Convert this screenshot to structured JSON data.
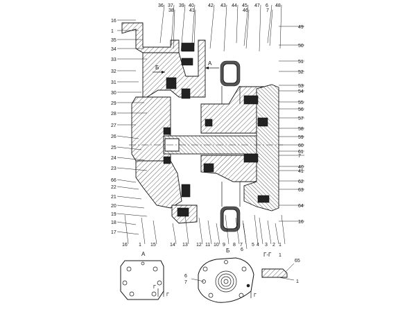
{
  "drawing": {
    "left_numbers": [
      "16",
      "1",
      "35",
      "34",
      "33",
      "32",
      "31",
      "30",
      "29",
      "28",
      "27",
      "26",
      "25",
      "24",
      "23",
      "66",
      "22",
      "21",
      "20",
      "19",
      "18",
      "17"
    ],
    "top_numbers": [
      "36",
      "37",
      "38",
      "39",
      "40",
      "41",
      "42",
      "43",
      "44",
      "45",
      "46",
      "47",
      "6",
      "7",
      "48"
    ],
    "right_numbers": [
      "49",
      "50",
      "51",
      "52",
      "53",
      "54",
      "55",
      "56",
      "57",
      "58",
      "59",
      "60",
      "61",
      "7",
      "40",
      "41",
      "62",
      "63",
      "64",
      "16"
    ],
    "bottom_numbers": [
      "16",
      "1",
      "15",
      "14",
      "13",
      "12",
      "11",
      "10",
      "9",
      "8",
      "7",
      "6",
      "5",
      "4",
      "3",
      "2",
      "1"
    ],
    "view_arrows": {
      "a": "А",
      "b": "Б"
    },
    "views": {
      "a": {
        "title": "А",
        "section_marks": [
          "Г",
          "Г"
        ]
      },
      "b": {
        "title": "Б",
        "callouts": [
          "6",
          "7"
        ],
        "section_mark": "Г"
      },
      "g": {
        "title": "Г-Г",
        "callouts": [
          "1",
          "65",
          "1"
        ]
      }
    }
  }
}
